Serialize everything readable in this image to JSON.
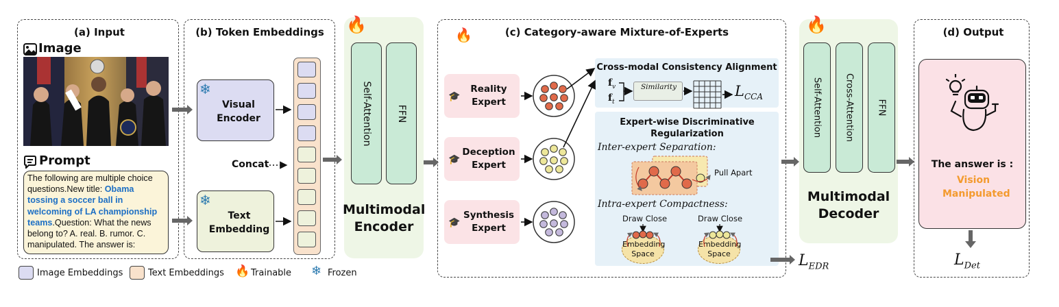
{
  "panels": {
    "input_title": "(a) Input",
    "token_title": "(b) Token Embeddings",
    "moe_title": "(c) Category-aware Mixture-of-Experts",
    "output_title": "(d) Output"
  },
  "input": {
    "image_label": "Image",
    "prompt_label": "Prompt",
    "prompt_line1": "The following are multiple choice questions.New title:",
    "prompt_blue": "Obama tossing a soccer ball in welcoming of LA championship teams",
    "prompt_line2": ".Question: What the news belong to? A. real. B. rumor. C. manipulated. The answer is:"
  },
  "token": {
    "visual_encoder": "Visual Encoder",
    "text_embedding": "Text Embedding",
    "concat": "Concat"
  },
  "encoder": {
    "self_attention": "Self-Attention",
    "ffn": "FFN",
    "title": "Multimodal Encoder"
  },
  "experts": {
    "reality": "Reality Expert",
    "deception": "Deception Expert",
    "synthesis": "Synthesis Expert"
  },
  "cca": {
    "title": "Cross-modal Consistency Alignment",
    "similarity": "Similarity",
    "fv": "f",
    "fv_sub": "v",
    "ft": "f",
    "ft_sub": "t",
    "loss": "L",
    "loss_sub": "CCA"
  },
  "edr": {
    "title": "Expert-wise Discriminative Regularization",
    "inter": "Inter-expert Separation:",
    "pull_apart": "Pull Apart",
    "intra": "Intra-expert Compactness:",
    "draw_close": "Draw Close",
    "embedding_space": "Embedding Space",
    "loss": "L",
    "loss_sub": "EDR"
  },
  "decoder": {
    "self_attention": "Self-Attention",
    "cross_attention": "Cross-Attention",
    "ffn": "FFN",
    "title": "Multimodal Decoder"
  },
  "output": {
    "answer_label": "The answer is :",
    "answer_value": "Vision Manipulated",
    "loss": "L",
    "loss_sub": "Det"
  },
  "legend": {
    "image_emb": "Image Embeddings",
    "text_emb": "Text Embeddings",
    "trainable": "Trainable",
    "frozen": "Frozen"
  },
  "colors": {
    "reality_dot": "#e06a4a",
    "deception_dot": "#ede79a",
    "synthesis_dot": "#c4b9dc",
    "image_emb": "#dcdcf2",
    "text_emb": "#f9e2cc",
    "answer_value": "#f39a2e",
    "layer_green": "#c9ead6",
    "expert_pink": "#fbe3e6"
  }
}
